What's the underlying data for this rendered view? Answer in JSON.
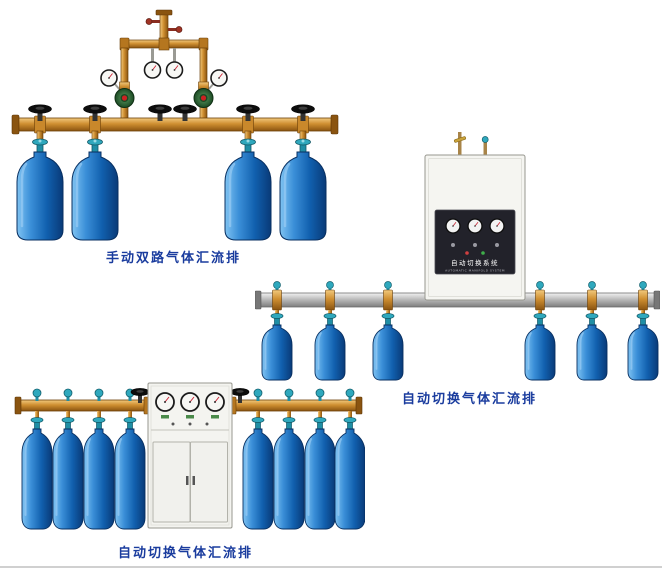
{
  "products": [
    {
      "caption": "手动双路气体汇流排"
    },
    {
      "caption": "自动切换气体汇流排",
      "cabinet_text": "自动切换系统",
      "cabinet_subtext": "AUTOMATIC MANIFOLD SYSTEM"
    },
    {
      "caption": "自动切换气体汇流排"
    }
  ],
  "colors": {
    "caption_blue": "#1a3c9e",
    "cylinder_blue": "#1160ae",
    "brass": "#cf8f31",
    "valve_teal": "#2fa8bd",
    "cabinet_gray": "#f4f4f0",
    "panel_dark": "#22222a",
    "manifold_silver": "#b5b5b5"
  }
}
